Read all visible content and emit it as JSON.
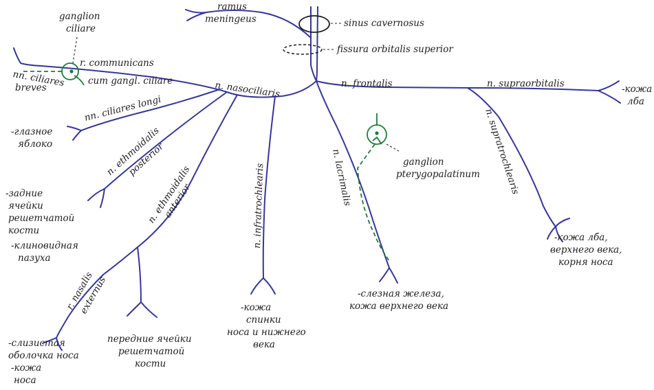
{
  "labels": {
    "ramus": "ramus",
    "meningeus": "meningeus",
    "sinus": "sinus cavernosus",
    "fissura": "fissura orbitalis superior",
    "ganglion_ciliare_1": "ganglion",
    "ganglion_ciliare_2": "ciliare",
    "r_communicans": "r. communicans",
    "cum_gangl_ciliare": "cum gangl. ciliare",
    "nn_ciliares_breves_1": "nn. ciliares",
    "nn_ciliares_breves_2": "breves",
    "n_nasociliaris": "n. nasociliaris",
    "n_frontalis": "n. frontalis",
    "n_supraorbitalis": "n. supraorbitalis",
    "kozha_lba_1": "-кожа",
    "kozha_lba_2": "лба",
    "nn_ciliares_longi": "nn. ciliares longi",
    "glaznoe_1": "-глазное",
    "glaznoe_2": "яблоко",
    "n_ethmoidalis_posterior_1": "n. ethmoidalis",
    "n_ethmoidalis_posterior_2": "posterior",
    "n_ethmoidalis_anterior_1": "n. ethmoidalis",
    "n_ethmoidalis_anterior_2": "anterior",
    "n_infratrochlearis": "n. infratrochlearis",
    "n_lacrimalis": "n. lacrimalis",
    "ganglion_ptery_1": "ganglion",
    "ganglion_ptery_2": "pterygopalatinum",
    "n_supratrochlearis": "n. supratrochlearis",
    "zadnie_1": "-задние",
    "zadnie_2": "ячейки",
    "zadnie_3": "решетчатой",
    "zadnie_4": "кости",
    "klinovid_1": "-клиновидная",
    "klinovid_2": "пазуха",
    "r_nasalis_1": "r. nasalis",
    "r_nasalis_2": "externus",
    "sliz_1": "-слизистая",
    "sliz_2": "оболочка носа",
    "kozha_nosa_1": "-кожа",
    "kozha_nosa_2": "носа",
    "perednie_1": "передние ячейки",
    "perednie_2": "решетчатой",
    "perednie_3": "кости",
    "spinki_1": "-кожа",
    "spinki_2": "спинки",
    "spinki_3": "носа и нижнего",
    "spinki_4": "века",
    "slezn_1": "-слезная железа,",
    "slezn_2": "кожа верхнего века",
    "kozha_lba_vek_1": "-кожа лба,",
    "kozha_lba_vek_2": "верхнего века,",
    "kozha_lba_vek_3": "корня носа"
  }
}
